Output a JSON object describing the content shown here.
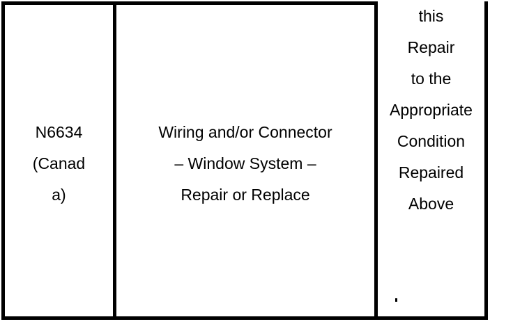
{
  "document": {
    "type": "table-excerpt",
    "background_color": "#ffffff",
    "ink_color": "#000000",
    "border_color": "#000000"
  },
  "table": {
    "columns": [
      {
        "name": "operation-code",
        "index": 0
      },
      {
        "name": "operation-description",
        "index": 1
      },
      {
        "name": "condition-note",
        "index": 2
      }
    ],
    "row": {
      "operation_code": "N6634\n(Canad\na)",
      "operation_description": "Wiring and/or Connector\n– Window System –\nRepair or Replace",
      "condition_note": "this\nRepair\nto the\nAppropriate\nCondition\nRepaired\nAbove"
    }
  },
  "marks": {
    "stray_period": "."
  }
}
